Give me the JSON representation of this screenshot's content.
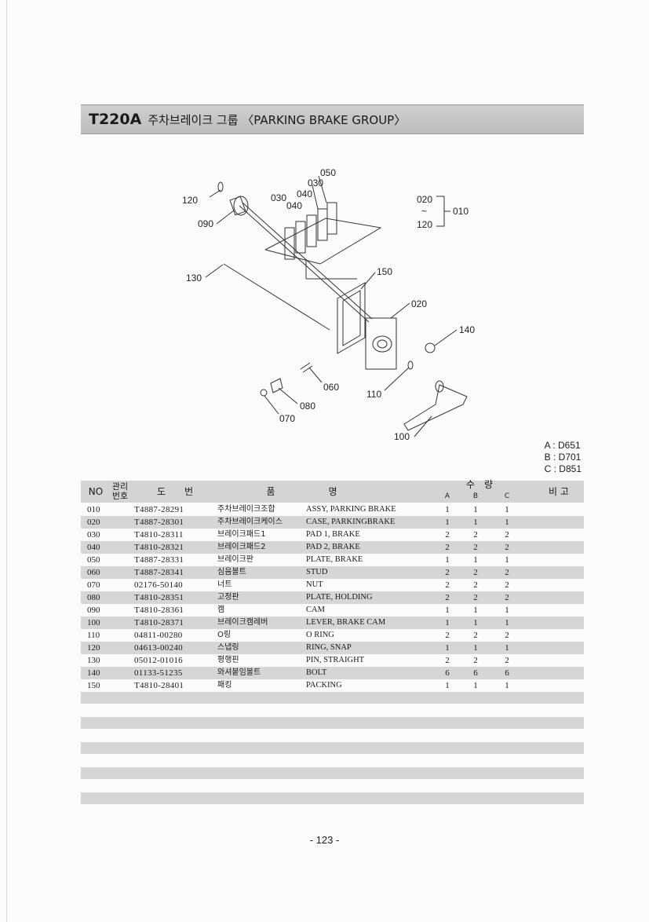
{
  "title": {
    "code": "T220A",
    "name": "주차브레이크 그룹 〈PARKING BRAKE GROUP〉"
  },
  "diagram": {
    "callouts": [
      "050",
      "030",
      "040",
      "030",
      "040",
      "120",
      "090",
      "130",
      "150",
      "020",
      "140",
      "060",
      "110",
      "080",
      "070",
      "100",
      "020",
      "~",
      "120",
      "010"
    ]
  },
  "models": [
    "A : D651",
    "B : D701",
    "C : D851"
  ],
  "table": {
    "headers": {
      "no": "NO",
      "mgmt": "관리\n번호",
      "drawing": "도　　번",
      "name_a": "품",
      "name_b": "명",
      "qty": "수　량",
      "qa": "A",
      "qb": "B",
      "qc": "C",
      "remark": "비 고"
    },
    "rows": [
      {
        "no": "010",
        "part": "T4887-28291",
        "kr": "주차브레이크조합",
        "en": "ASSY, PARKING BRAKE",
        "a": "1",
        "b": "1",
        "c": "1"
      },
      {
        "no": "020",
        "part": "T4887-28301",
        "kr": "주차브레이크케이스",
        "en": "CASE, PARKINGBRAKE",
        "a": "1",
        "b": "1",
        "c": "1"
      },
      {
        "no": "030",
        "part": "T4810-28311",
        "kr": "브레이크패드1",
        "en": "PAD 1, BRAKE",
        "a": "2",
        "b": "2",
        "c": "2"
      },
      {
        "no": "040",
        "part": "T4810-28321",
        "kr": "브레이크패드2",
        "en": "PAD 2, BRAKE",
        "a": "2",
        "b": "2",
        "c": "2"
      },
      {
        "no": "050",
        "part": "T4887-28331",
        "kr": "브레이크판",
        "en": "PLATE, BRAKE",
        "a": "1",
        "b": "1",
        "c": "1"
      },
      {
        "no": "060",
        "part": "T4887-28341",
        "kr": "심음볼트",
        "en": "STUD",
        "a": "2",
        "b": "2",
        "c": "2"
      },
      {
        "no": "070",
        "part": "02176-50140",
        "kr": "너트",
        "en": "NUT",
        "a": "2",
        "b": "2",
        "c": "2"
      },
      {
        "no": "080",
        "part": "T4810-28351",
        "kr": "고정판",
        "en": "PLATE, HOLDING",
        "a": "2",
        "b": "2",
        "c": "2"
      },
      {
        "no": "090",
        "part": "T4810-28361",
        "kr": "캠",
        "en": "CAM",
        "a": "1",
        "b": "1",
        "c": "1"
      },
      {
        "no": "100",
        "part": "T4810-28371",
        "kr": "브레이크캠레버",
        "en": "LEVER, BRAKE CAM",
        "a": "1",
        "b": "1",
        "c": "1"
      },
      {
        "no": "110",
        "part": "04811-00280",
        "kr": "O링",
        "en": "O RING",
        "a": "2",
        "b": "2",
        "c": "2"
      },
      {
        "no": "120",
        "part": "04613-00240",
        "kr": "스냅링",
        "en": "RING, SNAP",
        "a": "1",
        "b": "1",
        "c": "1"
      },
      {
        "no": "130",
        "part": "05012-01016",
        "kr": "평행핀",
        "en": "PIN, STRAIGHT",
        "a": "2",
        "b": "2",
        "c": "2"
      },
      {
        "no": "140",
        "part": "01133-51235",
        "kr": "와셔붙임볼트",
        "en": "BOLT",
        "a": "6",
        "b": "6",
        "c": "6"
      },
      {
        "no": "150",
        "part": "T4810-28401",
        "kr": "패킹",
        "en": "PACKING",
        "a": "1",
        "b": "1",
        "c": "1"
      }
    ]
  },
  "page_number": "- 123 -"
}
